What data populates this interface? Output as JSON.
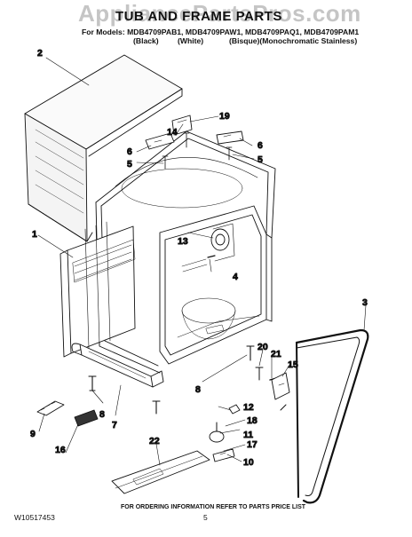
{
  "header": {
    "watermark": "AppliancePartsPros.com",
    "title": "TUB AND FRAME PARTS",
    "models_line": "For Models: MDB4709PAB1, MDB4709PAW1, MDB4709PAQ1, MDB4709PAM1",
    "variants": [
      "(Black)",
      "(White)",
      "(Bisque)(Monochromatic Stainless)"
    ]
  },
  "callouts": [
    "1",
    "2",
    "3",
    "4",
    "5",
    "5",
    "6",
    "6",
    "7",
    "8",
    "8",
    "9",
    "10",
    "11",
    "12",
    "13",
    "14",
    "15",
    "16",
    "17",
    "18",
    "19",
    "20",
    "21",
    "22"
  ],
  "footer": {
    "doc_code": "W10517453",
    "note": "FOR ORDERING INFORMATION REFER TO PARTS PRICE LIST",
    "page": "5"
  },
  "colors": {
    "ink": "#111111",
    "watermark": "#969696",
    "paper": "#ffffff"
  }
}
